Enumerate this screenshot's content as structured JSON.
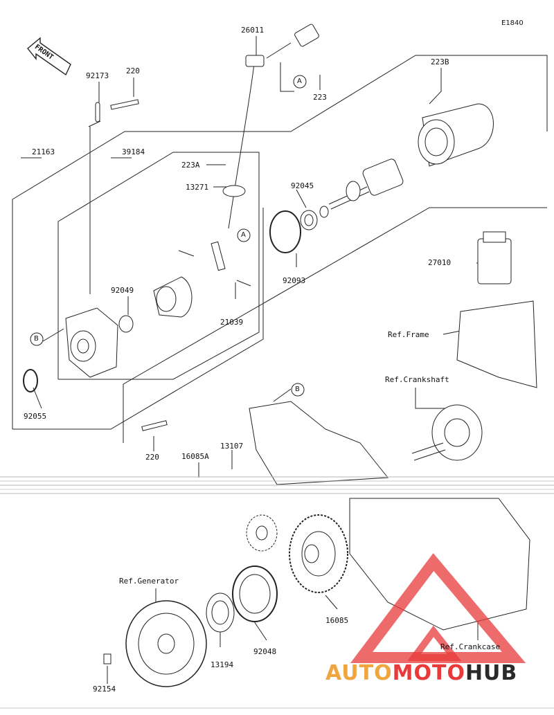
{
  "diagram_code": "E1840",
  "front_label": "FRONT",
  "parts": {
    "p26011": "26011",
    "p223": "223",
    "p223B": "223B",
    "p92173": "92173",
    "p220_top": "220",
    "p21163": "21163",
    "p39184": "39184",
    "p223A": "223A",
    "p13271": "13271",
    "p92045": "92045",
    "p92093": "92093",
    "p92049": "92049",
    "p21039": "21039",
    "p27010": "27010",
    "p92055": "92055",
    "p220_bottom": "220",
    "p16085A": "16085A",
    "p13107": "13107",
    "p16085": "16085",
    "p92048": "92048",
    "p13194": "13194",
    "p92154": "92154"
  },
  "refs": {
    "frame": "Ref.Frame",
    "crankshaft": "Ref.Crankshaft",
    "generator": "Ref.Generator",
    "crankcase": "Ref.Crankcase"
  },
  "callouts": {
    "A": "A",
    "B": "B"
  },
  "watermark": {
    "part1": "AUTO",
    "part2": "MOTO",
    "part3": "HUB"
  }
}
